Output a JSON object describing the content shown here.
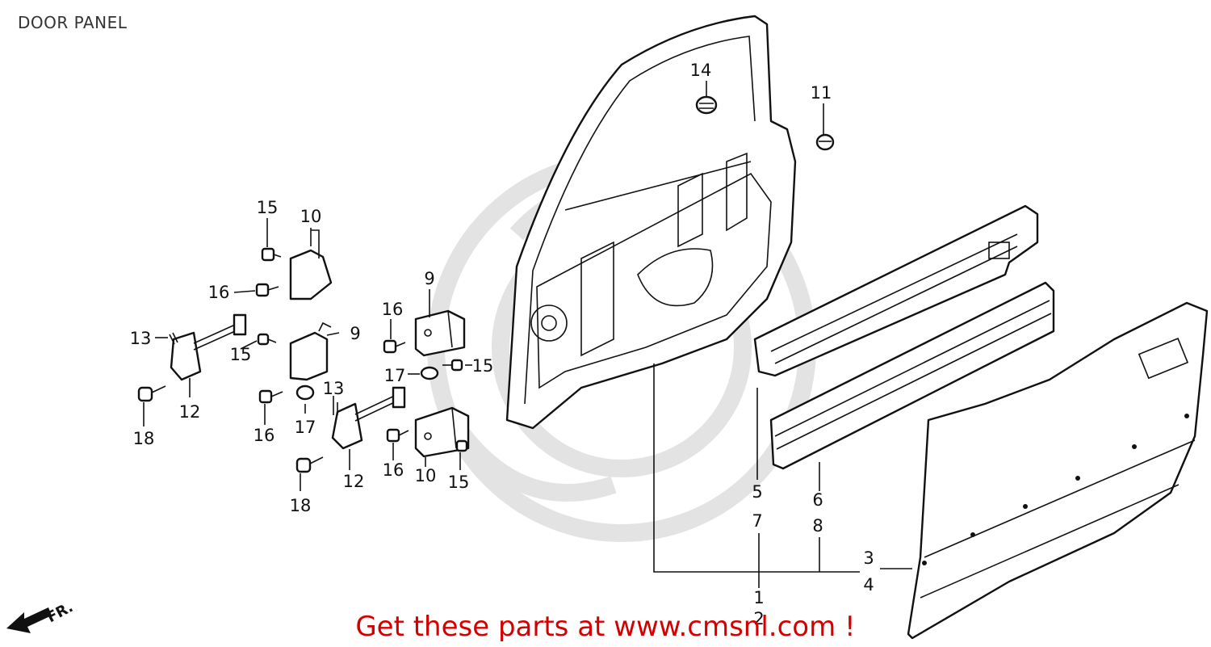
{
  "page": {
    "title": "DOOR PANEL"
  },
  "banner": {
    "text": "Get these parts at www.cmsnl.com !"
  },
  "direction": {
    "label": "FR.",
    "icon": "front-arrow-icon"
  },
  "callouts": {
    "c1": "1",
    "c2": "2",
    "c3": "3",
    "c4": "4",
    "c5": "5",
    "c6": "6",
    "c7": "7",
    "c8": "8",
    "c9a": "9",
    "c9b": "9",
    "c10a": "10",
    "c10b": "10",
    "c11": "11",
    "c12a": "12",
    "c12b": "12",
    "c13a": "13",
    "c13b": "13",
    "c14": "14",
    "c15a": "15",
    "c15b": "15",
    "c15c": "15",
    "c15d": "15",
    "c16a": "16",
    "c16b": "16",
    "c16c": "16",
    "c16d": "16",
    "c17a": "17",
    "c17b": "17",
    "c18a": "18",
    "c18b": "18"
  },
  "colors": {
    "banner": "#d40000",
    "line": "#111111",
    "watermark": "#e3e3e3"
  }
}
